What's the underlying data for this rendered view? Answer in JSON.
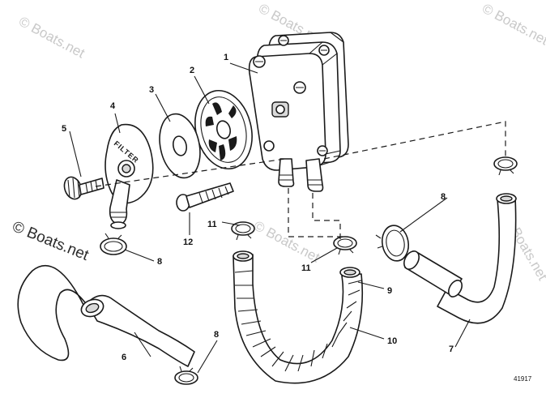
{
  "watermarks": {
    "top_left": "© Boats.net",
    "top_center": "© Boats.net",
    "top_right": "© Boats.net",
    "side_left": "© Boats.net",
    "right_edge": "© Boats.net",
    "center": "© Boats.net"
  },
  "part_embossing": "FILTER",
  "callouts": [
    {
      "id": "1",
      "label": "1"
    },
    {
      "id": "2",
      "label": "2"
    },
    {
      "id": "3",
      "label": "3"
    },
    {
      "id": "4",
      "label": "4"
    },
    {
      "id": "5",
      "label": "5"
    },
    {
      "id": "6",
      "label": "6"
    },
    {
      "id": "7",
      "label": "7"
    },
    {
      "id": "8a",
      "label": "8"
    },
    {
      "id": "8b",
      "label": "8"
    },
    {
      "id": "8c",
      "label": "8"
    },
    {
      "id": "9",
      "label": "9"
    },
    {
      "id": "10",
      "label": "10"
    },
    {
      "id": "11a",
      "label": "11"
    },
    {
      "id": "11b",
      "label": "11"
    },
    {
      "id": "12",
      "label": "12"
    }
  ],
  "drawing_number": "41917"
}
